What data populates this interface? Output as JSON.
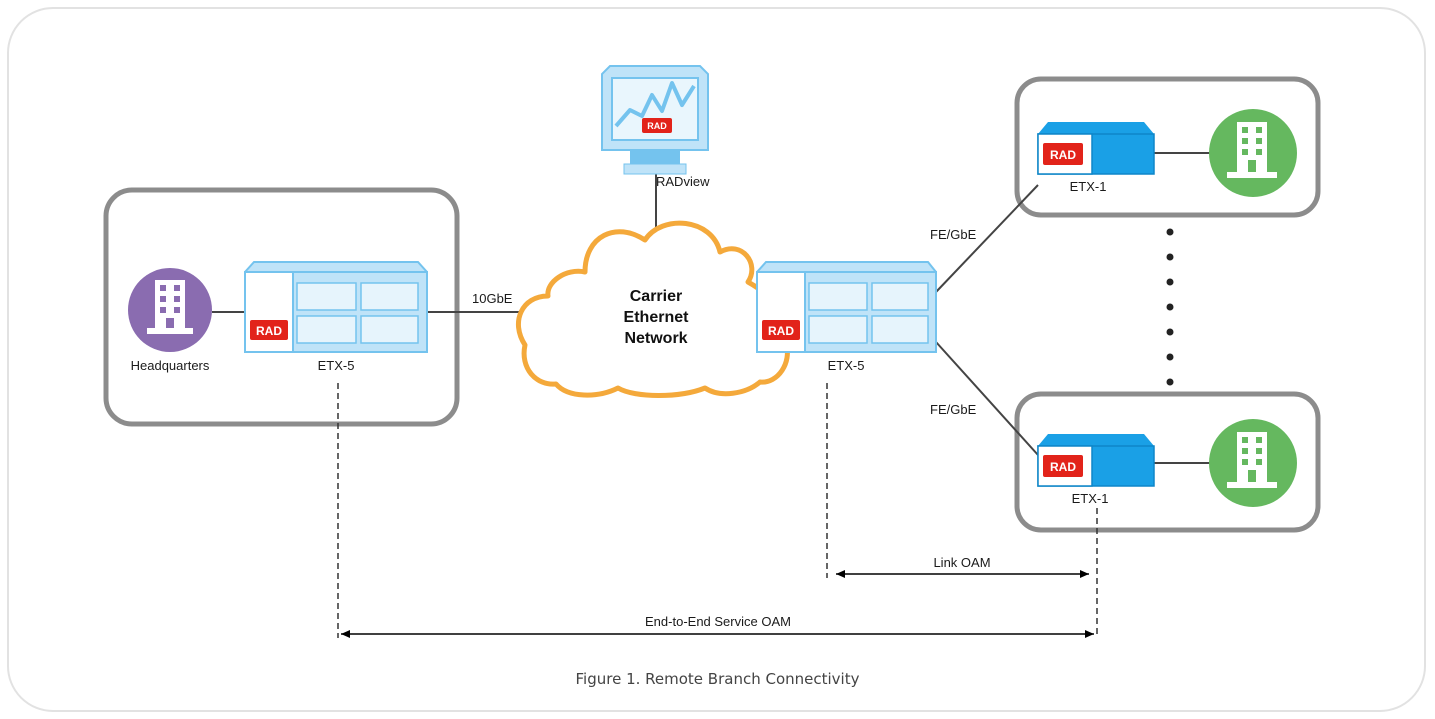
{
  "labels": {
    "radview": "RADview",
    "cloud_line1": "Carrier",
    "cloud_line2": "Ethernet",
    "cloud_line3": "Network",
    "headquarters": "Headquarters",
    "etx5_left": "ETX-5",
    "etx5_right": "ETX-5",
    "etx1_top": "ETX-1",
    "etx1_bottom": "ETX-1",
    "link_10gbe": "10GbE",
    "fe_gbe_top": "FE/GbE",
    "fe_gbe_bottom": "FE/GbE",
    "link_oam": "Link OAM",
    "e2e_oam": "End-to-End Service OAM",
    "logo": "RAD"
  },
  "caption": "Figure 1.  Remote Branch Connectivity",
  "colors": {
    "frame": "#e2e2e2",
    "group_box": "#8c8c8c",
    "etx5_fill": "#bfe3f8",
    "etx5_edge": "#74c3ee",
    "etx1_fill": "#1aa0e6",
    "cloud_stroke": "#f4a93b",
    "hq_icon": "#8a6cb0",
    "branch_icon": "#65b85f",
    "rad_red": "#e2231a",
    "monitor": "#86c9f0"
  },
  "icons": [
    "building-icon",
    "monitor-icon",
    "cloud-icon",
    "rad-logo-icon"
  ]
}
